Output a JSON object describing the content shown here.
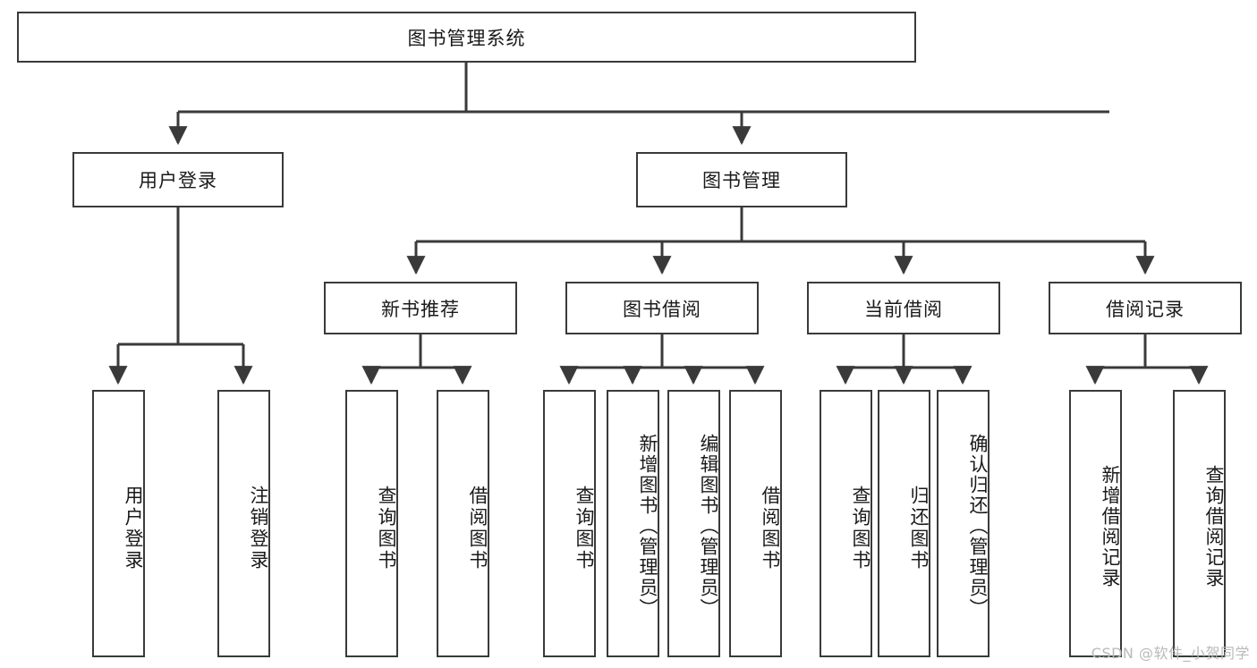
{
  "diagram": {
    "type": "tree",
    "title": "图书管理系统",
    "root": {
      "label": "图书管理系统"
    },
    "level2": [
      {
        "label": "用户登录"
      },
      {
        "label": "图书管理"
      }
    ],
    "level3": [
      {
        "label": "新书推荐"
      },
      {
        "label": "图书借阅"
      },
      {
        "label": "当前借阅"
      },
      {
        "label": "借阅记录"
      }
    ],
    "leaves": {
      "user_login": [
        {
          "label": "用户登录"
        },
        {
          "label": "注销登录"
        }
      ],
      "new_book_recommend": [
        {
          "label": "查询图书"
        },
        {
          "label": "借阅图书"
        }
      ],
      "book_borrow": [
        {
          "label": "查询图书"
        },
        {
          "label": "新增图书（管理员）"
        },
        {
          "label": "编辑图书（管理员）"
        },
        {
          "label": "借阅图书"
        }
      ],
      "current_borrow": [
        {
          "label": "查询图书"
        },
        {
          "label": "归还图书"
        },
        {
          "label": "确认归还（管理员）"
        }
      ],
      "borrow_record": [
        {
          "label": "新增借阅记录"
        },
        {
          "label": "查询借阅记录"
        }
      ]
    }
  },
  "watermark": {
    "text": "CSDN @软件_小贺同学"
  },
  "colors": {
    "stroke": "#3a3a3a",
    "fill": "#ffffff",
    "text": "#1a1a1a",
    "watermark": "#b9b9b9"
  }
}
